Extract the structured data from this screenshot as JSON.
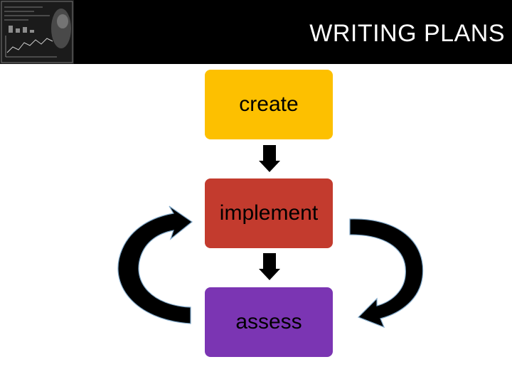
{
  "header": {
    "title": "WRITING PLANS",
    "background": "#000000"
  },
  "steps": [
    {
      "label": "create",
      "color": "#fdc000"
    },
    {
      "label": "implement",
      "color": "#c33b2e"
    },
    {
      "label": "assess",
      "color": "#7b35b3"
    }
  ],
  "arrows": {
    "connector_color": "#000000",
    "cycle_color": "#000000",
    "cycle_outline": "#7fa7c8"
  }
}
